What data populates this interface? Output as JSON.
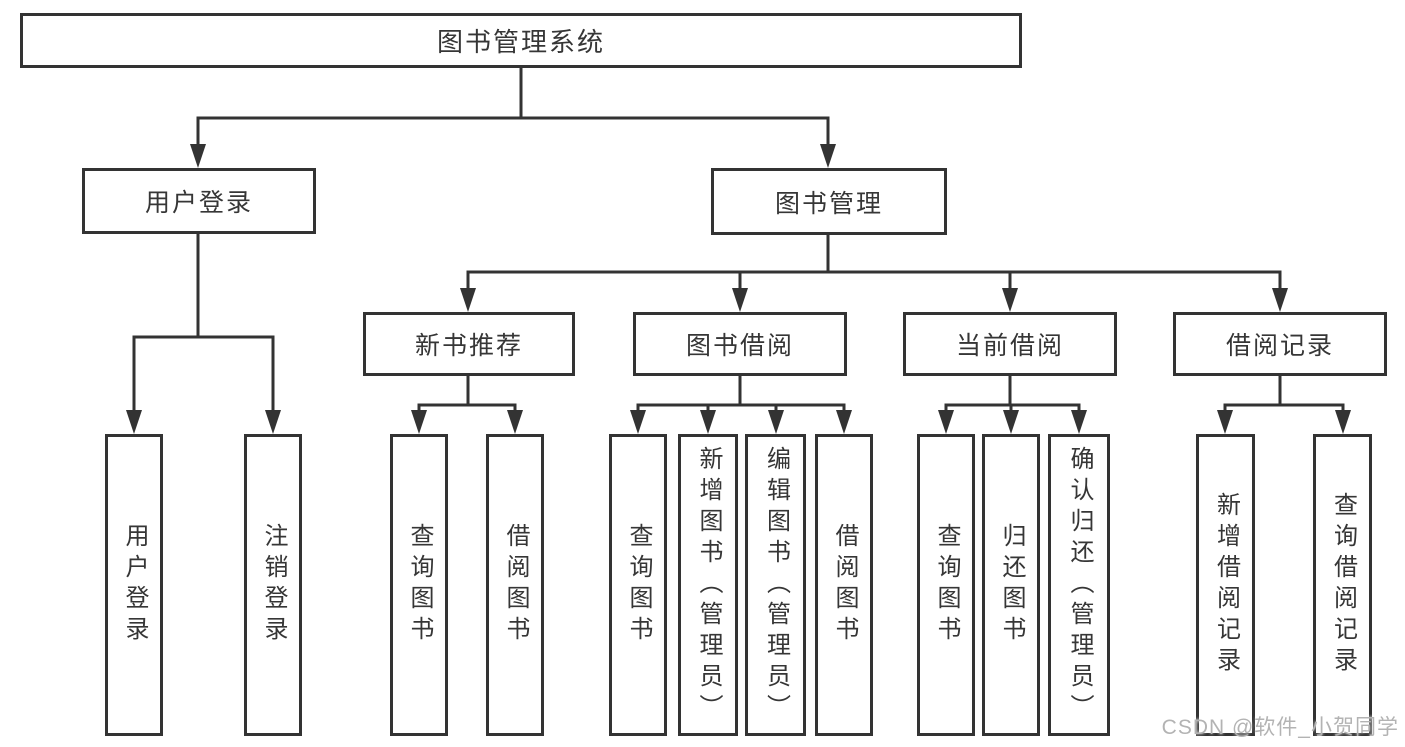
{
  "page": {
    "watermark": "CSDN @软件_小贺同学",
    "background": "#ffffff"
  },
  "colors": {
    "line": "#333333",
    "box_border": "#333333",
    "box_background": "#ffffff",
    "text": "#363636",
    "watermark": "#b3b3b3"
  },
  "diagram_type": "hierarchy-tree",
  "tree": {
    "root": {
      "label": "图书管理系统"
    },
    "branches": [
      {
        "label": "用户登录",
        "children": [
          {
            "label": "用户登录"
          },
          {
            "label": "注销登录"
          }
        ]
      },
      {
        "label": "图书管理",
        "children": [
          {
            "label": "新书推荐",
            "children": [
              {
                "label": "查询图书"
              },
              {
                "label": "借阅图书"
              }
            ]
          },
          {
            "label": "图书借阅",
            "children": [
              {
                "label": "查询图书"
              },
              {
                "label": "新增图书（管理员）"
              },
              {
                "label": "编辑图书（管理员）"
              },
              {
                "label": "借阅图书"
              }
            ]
          },
          {
            "label": "当前借阅",
            "children": [
              {
                "label": "查询图书"
              },
              {
                "label": "归还图书"
              },
              {
                "label": "确认归还（管理员）"
              }
            ]
          },
          {
            "label": "借阅记录",
            "children": [
              {
                "label": "新增借阅记录"
              },
              {
                "label": "查询借阅记录"
              }
            ]
          }
        ]
      }
    ]
  }
}
